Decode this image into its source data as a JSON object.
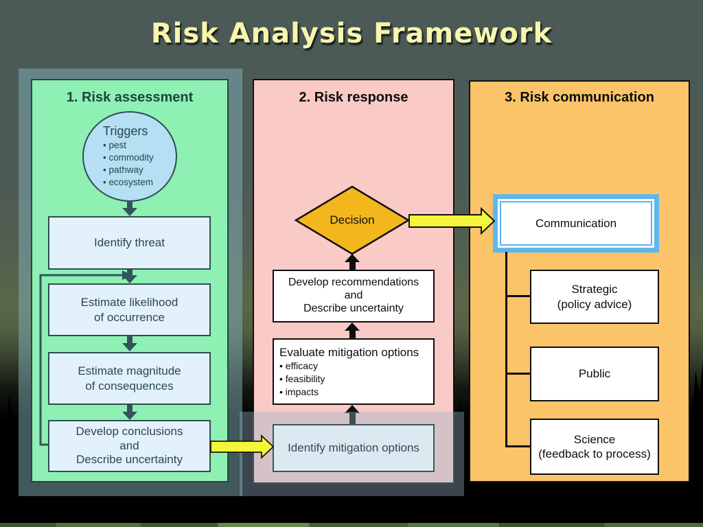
{
  "title": "Risk Analysis Framework",
  "col1": {
    "header": "1. Risk assessment",
    "triggers_title": "Triggers",
    "triggers_bullets": {
      "b1": "pest",
      "b2": "commodity",
      "b3": "pathway",
      "b4": "ecosystem"
    },
    "box_identify": "Identify threat",
    "box_likelihood": "Estimate likelihood\nof occurrence",
    "box_magnitude": "Estimate magnitude\nof consequences",
    "box_conclusions": "Develop conclusions\nand\nDescribe uncertainty"
  },
  "col2": {
    "header": "2. Risk response",
    "decision": "Decision",
    "box_recommend": "Develop recommendations\nand\nDescribe uncertainty",
    "box_evaluate_title": "Evaluate mitigation options",
    "evaluate_bullets": {
      "b1": "efficacy",
      "b2": "feasibility",
      "b3": "impacts"
    },
    "box_identify_options": "Identify mitigation options"
  },
  "col3": {
    "header": "3. Risk communication",
    "box_communication": "Communication",
    "box_strategic": "Strategic\n(policy advice)",
    "box_public": "Public",
    "box_science": "Science\n(feedback to process)"
  },
  "colors": {
    "assessment_panel": "#8ef0b3",
    "response_panel": "#f9cac6",
    "communication_panel": "#fbc469",
    "decision_diamond": "#f3b71d",
    "communication_frame": "#5db7ef",
    "flow_arrow_yellow": "#f4f63c",
    "dark_teal": "#33545c"
  }
}
